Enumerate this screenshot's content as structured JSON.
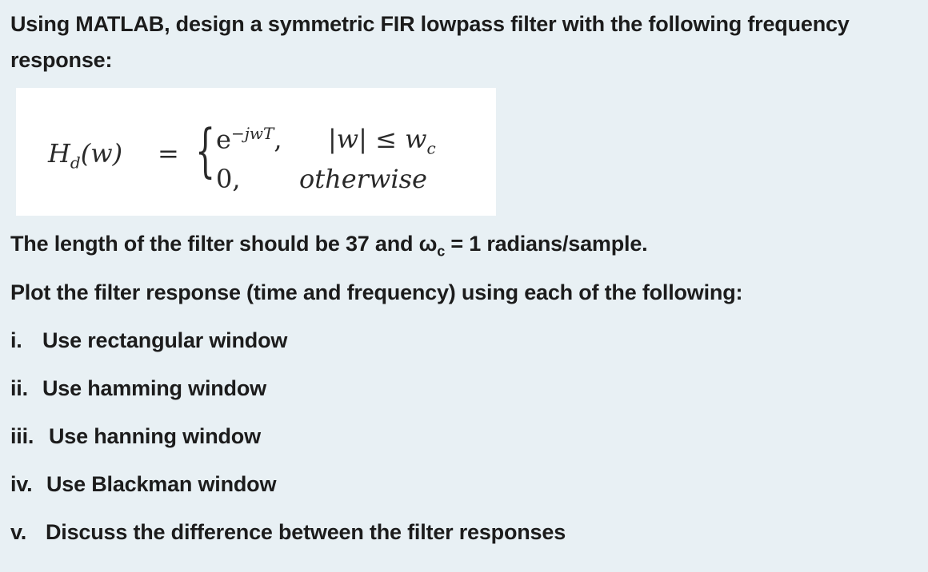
{
  "intro": "Using MATLAB, design a symmetric FIR lowpass filter with the following frequency response:",
  "equation": {
    "lhs_main": "H",
    "lhs_sub": "d",
    "lhs_arg": "(w)",
    "equals": "=",
    "case1_value": "e",
    "case1_exp": "−jwT",
    "case1_comma": ",",
    "case1_condition": "|w| ≤ w",
    "case1_condition_sub": "c",
    "case2_value": "0,",
    "case2_condition": "otherwise"
  },
  "spec_line": {
    "before": "The length of the filter should be 37 and ω",
    "sub": "c",
    "after": " = 1 radians/sample."
  },
  "plot_instruction": "Plot the filter response (time and frequency) using each of the following:",
  "items": [
    {
      "num": "i.",
      "text": "Use rectangular window"
    },
    {
      "num": "ii.",
      "text": "Use hamming window"
    },
    {
      "num": "iii.",
      "text": "Use hanning window"
    },
    {
      "num": "iv.",
      "text": "Use Blackman window"
    },
    {
      "num": "v.",
      "text": "Discuss the difference between the filter responses"
    }
  ]
}
